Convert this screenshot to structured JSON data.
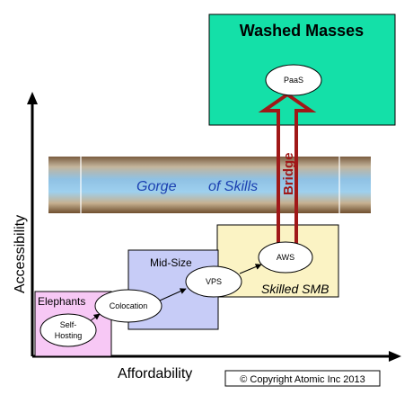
{
  "title_box": {
    "label": "Washed Masses",
    "fill": "#14e0a8"
  },
  "gorge": {
    "label_1": "Gorge",
    "label_2": "of Skills"
  },
  "bridge": {
    "label": "Bridge",
    "color": "#a01818"
  },
  "axes": {
    "y_label": "Accessibility",
    "x_label": "Affordability"
  },
  "tiers": [
    {
      "label": "Elephants",
      "fill": "#f7c8f5"
    },
    {
      "label": "Mid-Size",
      "fill": "#c7ccf7"
    },
    {
      "label": "Skilled SMB",
      "fill": "#fbf3c4"
    }
  ],
  "nodes": {
    "self_hosting_1": "Self-",
    "self_hosting_2": "Hosting",
    "colocation": "Colocation",
    "vps": "VPS",
    "aws": "AWS",
    "paas": "PaaS"
  },
  "copyright": "© Copyright Atomic Inc 2013"
}
